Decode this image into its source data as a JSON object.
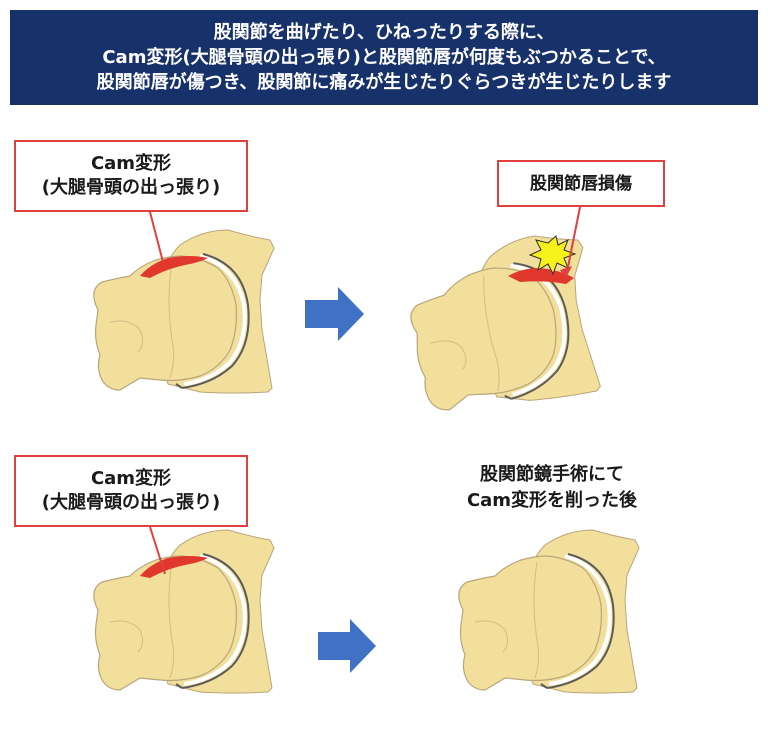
{
  "header": {
    "lines": [
      "股関節を曲げたり、ひねったりする際に、",
      "Cam変形(大腿骨頭の出っ張り)と股関節唇が何度もぶつかることで、",
      "股関節唇が傷つき、股関節に痛みが生じたりぐらつきが生じたりします"
    ]
  },
  "callouts": {
    "cam_top": {
      "line1": "Cam変形",
      "line2": "(大腿骨頭の出っ張り)"
    },
    "cam_bottom": {
      "line1": "Cam変形",
      "line2": "(大腿骨頭の出っ張り)"
    },
    "labrum_injury": "股関節唇損傷"
  },
  "caption_after": {
    "line1": "股関節鏡手術にて",
    "line2": "Cam変形を削った後"
  },
  "colors": {
    "header_bg": "#17316b",
    "callout_border": "#e0403e",
    "bone_fill": "#f1df9b",
    "cam_fill": "#e0382c",
    "arrow_fill": "#3f72c4"
  },
  "icons": {
    "arrow": "right-arrow-icon",
    "impact": "impact-burst-icon"
  }
}
